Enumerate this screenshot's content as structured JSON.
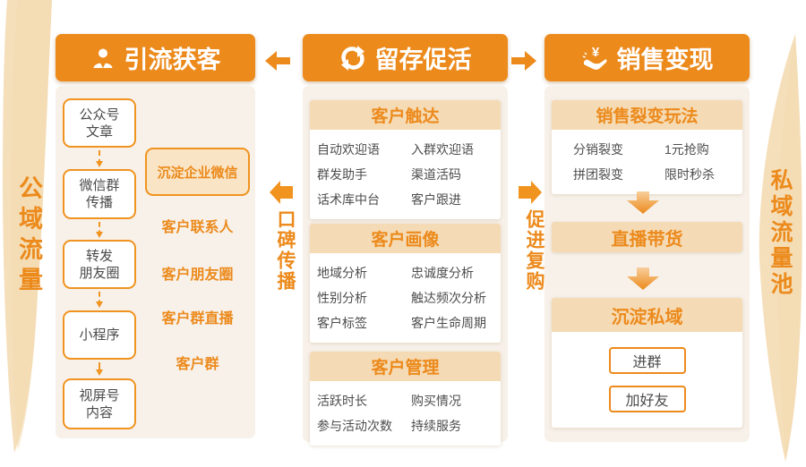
{
  "colors": {
    "primary": "#EC8A1C",
    "border_orange": "#F0931F",
    "light_band": "#F5DBB5",
    "panel_bg": "#F7F1EA",
    "blade_tan": "#F5DFBB",
    "text_dark": "#4D4D4D"
  },
  "side_labels": {
    "left": "公域流量",
    "right": "私域流量池"
  },
  "connectors": {
    "word_of_mouth": "口碑传播",
    "repurchase": "促进复购"
  },
  "acquisition": {
    "title": "引流获客",
    "icon": "person-icon",
    "flow": [
      {
        "l1": "公众号",
        "l2": "文章"
      },
      {
        "l1": "微信群",
        "l2": "传播"
      },
      {
        "l1": "转发",
        "l2": "朋友圈"
      },
      {
        "l1": "小程序",
        "l2": ""
      },
      {
        "l1": "视屏号",
        "l2": "内容"
      }
    ],
    "side_box": "沉淀企业微信",
    "side_items": [
      "客户联系人",
      "客户朋友圈",
      "客户群直播",
      "客户群"
    ]
  },
  "retention": {
    "title": "留存促活",
    "icon": "cycle-icon",
    "cards": [
      {
        "title": "客户触达",
        "left": [
          "自动欢迎语",
          "群发助手",
          "话术库中台"
        ],
        "right": [
          "入群欢迎语",
          "渠道活码",
          "客户跟进"
        ]
      },
      {
        "title": "客户画像",
        "left": [
          "地域分析",
          "性别分析",
          "客户标签"
        ],
        "right": [
          "忠诚度分析",
          "触达频次分析",
          "客户生命周期"
        ]
      },
      {
        "title": "客户管理",
        "left": [
          "活跃时长",
          "参与活动次数"
        ],
        "right": [
          "购买情况",
          "持续服务"
        ]
      }
    ]
  },
  "monetization": {
    "title": "销售变现",
    "icon": "hand-yen-icon",
    "fission": {
      "title": "销售裂变玩法",
      "left": [
        "分销裂变",
        "拼团裂变"
      ],
      "right": [
        "1元抢购",
        "限时秒杀"
      ]
    },
    "live_banner": "直播带货",
    "private": {
      "title": "沉淀私域",
      "buttons": [
        "进群",
        "加好友"
      ]
    }
  }
}
